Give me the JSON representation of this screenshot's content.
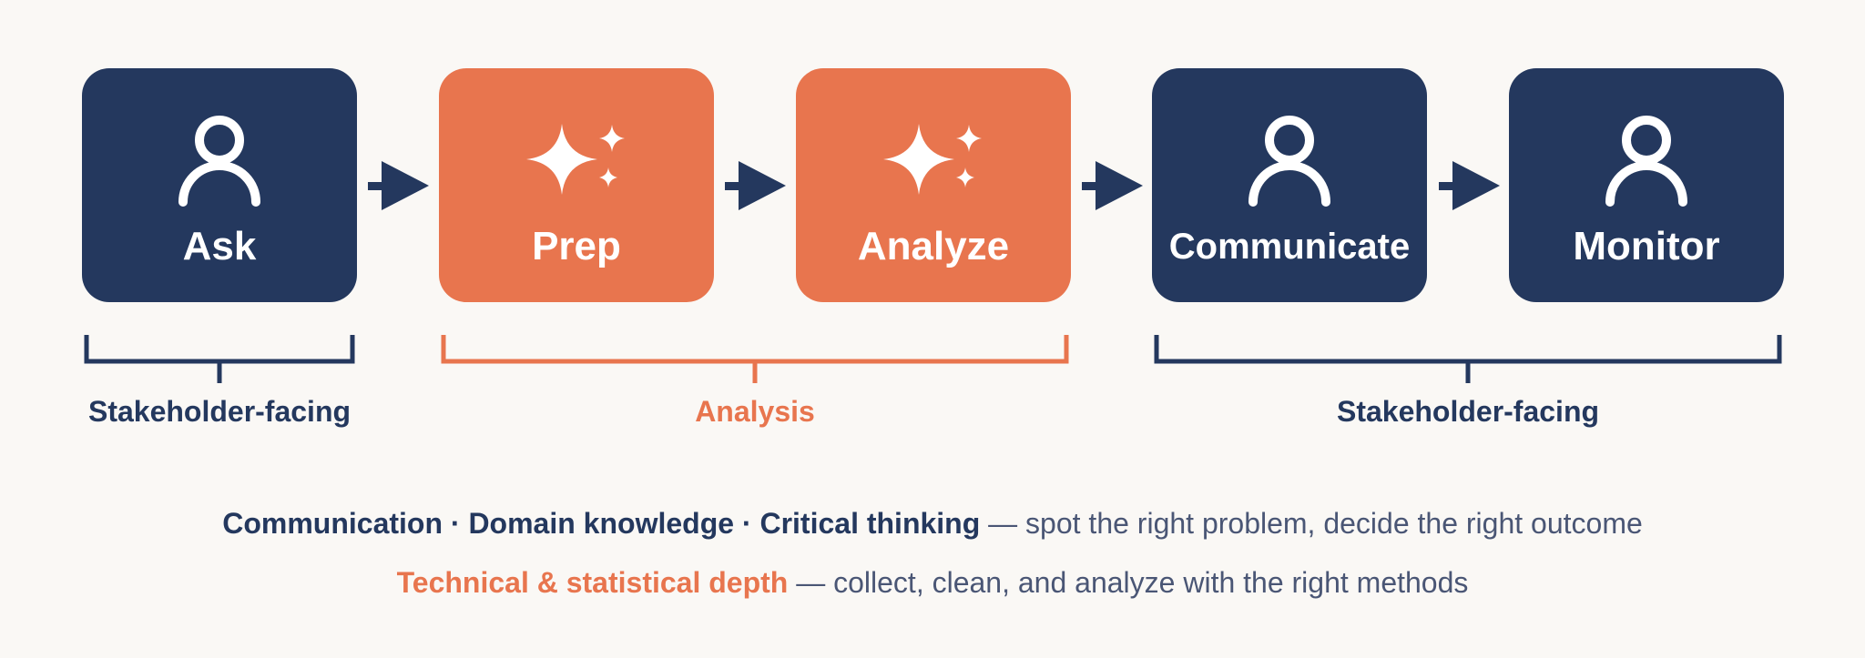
{
  "colors": {
    "navy": "#24385e",
    "orange": "#e8754e",
    "background": "#faf8f5",
    "muted_text": "#4a5675",
    "label_text": "#ffffff"
  },
  "steps": [
    {
      "label": "Ask",
      "icon": "person-icon",
      "color": "navy"
    },
    {
      "label": "Prep",
      "icon": "sparkle-icon",
      "color": "orange"
    },
    {
      "label": "Analyze",
      "icon": "sparkle-icon",
      "color": "orange"
    },
    {
      "label": "Communicate",
      "icon": "person-icon",
      "color": "navy"
    },
    {
      "label": "Monitor",
      "icon": "person-icon",
      "color": "navy"
    }
  ],
  "groups": [
    {
      "label": "Stakeholder-facing",
      "color": "navy"
    },
    {
      "label": "Analysis",
      "color": "orange"
    },
    {
      "label": "Stakeholder-facing",
      "color": "navy"
    }
  ],
  "legend": [
    {
      "strong": "Communication · Domain knowledge · Critical thinking",
      "rest": "— spot the right problem, decide the right outcome",
      "color": "navy"
    },
    {
      "strong": "Technical & statistical depth",
      "rest": "— collect, clean, and analyze with the right methods",
      "color": "orange"
    }
  ]
}
